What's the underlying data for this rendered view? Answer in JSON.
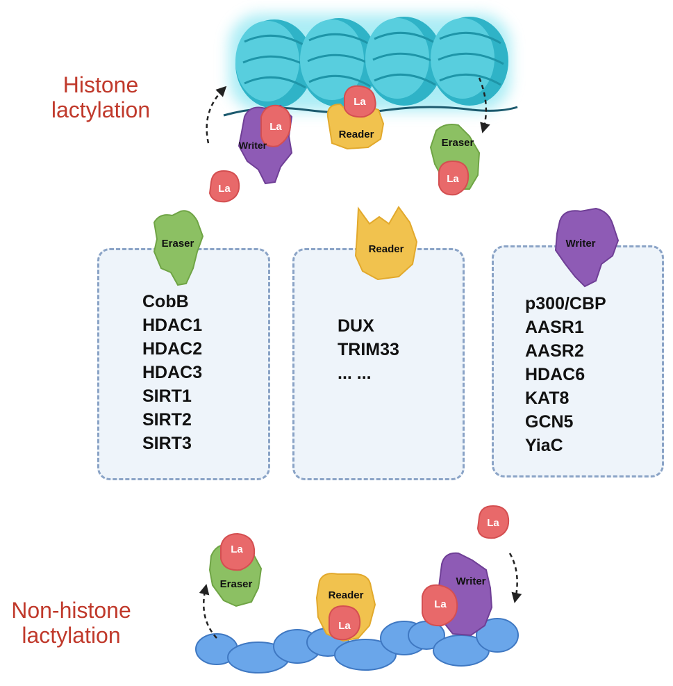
{
  "titles": {
    "histone": [
      "Histone",
      "lactylation"
    ],
    "non_histone": [
      "Non-histone",
      "lactylation"
    ]
  },
  "mark_label": "La",
  "roles": {
    "eraser": "Eraser",
    "reader": "Reader",
    "writer": "Writer"
  },
  "panels": {
    "eraser": {
      "items": [
        "CobB",
        "HDAC1",
        "HDAC2",
        "HDAC3",
        "SIRT1",
        "SIRT2",
        "SIRT3"
      ]
    },
    "reader": {
      "items": [
        "DUX",
        "TRIM33",
        "... ..."
      ]
    },
    "writer": {
      "items": [
        "p300/CBP",
        "AASR1",
        "AASR2",
        "HDAC6",
        "KAT8",
        "GCN5",
        "YiaC"
      ]
    }
  },
  "colors": {
    "title_red": "#c0392b",
    "eraser_green": "#8cc063",
    "reader_yellow": "#f1c24e",
    "writer_purple": "#8e5bb5",
    "lactyl_red": "#e8696a",
    "histone_cyan": "#3fc3d6",
    "protein_blue": "#6aa6ea",
    "panel_fill": "#eef4fa",
    "panel_border": "#8aa3c6"
  }
}
